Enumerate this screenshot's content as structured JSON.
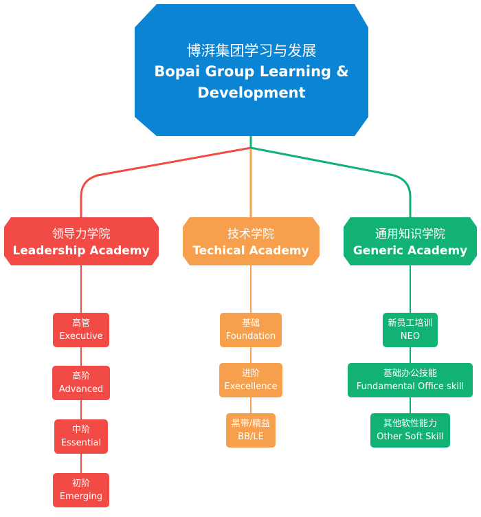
{
  "root": {
    "title_cn": "博湃集团学习与发展",
    "title_en_1": "Bopai Group Learning &",
    "title_en_2": "Development",
    "color": "#0b84d4"
  },
  "academies": [
    {
      "name_cn": "领导力学院",
      "name_en": "Leadership Academy",
      "color": "#f24a44",
      "programs": [
        {
          "cn": "高管",
          "en": "Executive"
        },
        {
          "cn": "高阶",
          "en": "Advanced"
        },
        {
          "cn": "中阶",
          "en": "Essential"
        },
        {
          "cn": "初阶",
          "en": "Emerging"
        }
      ]
    },
    {
      "name_cn": "技术学院",
      "name_en": "Techical Academy",
      "color": "#f6a04d",
      "programs": [
        {
          "cn": "基础",
          "en": "Foundation"
        },
        {
          "cn": "进阶",
          "en": "Execellence"
        },
        {
          "cn": "黑带/精益",
          "en": "BB/LE"
        }
      ]
    },
    {
      "name_cn": "通用知识学院",
      "name_en": "Generic Academy",
      "color": "#12b275",
      "programs": [
        {
          "cn": "新员工培训",
          "en": "NEO"
        },
        {
          "cn": "基础办公技能",
          "en": "Fundamental Office skill"
        },
        {
          "cn": "其他软性能力",
          "en": "Other Soft Skill"
        }
      ]
    }
  ]
}
